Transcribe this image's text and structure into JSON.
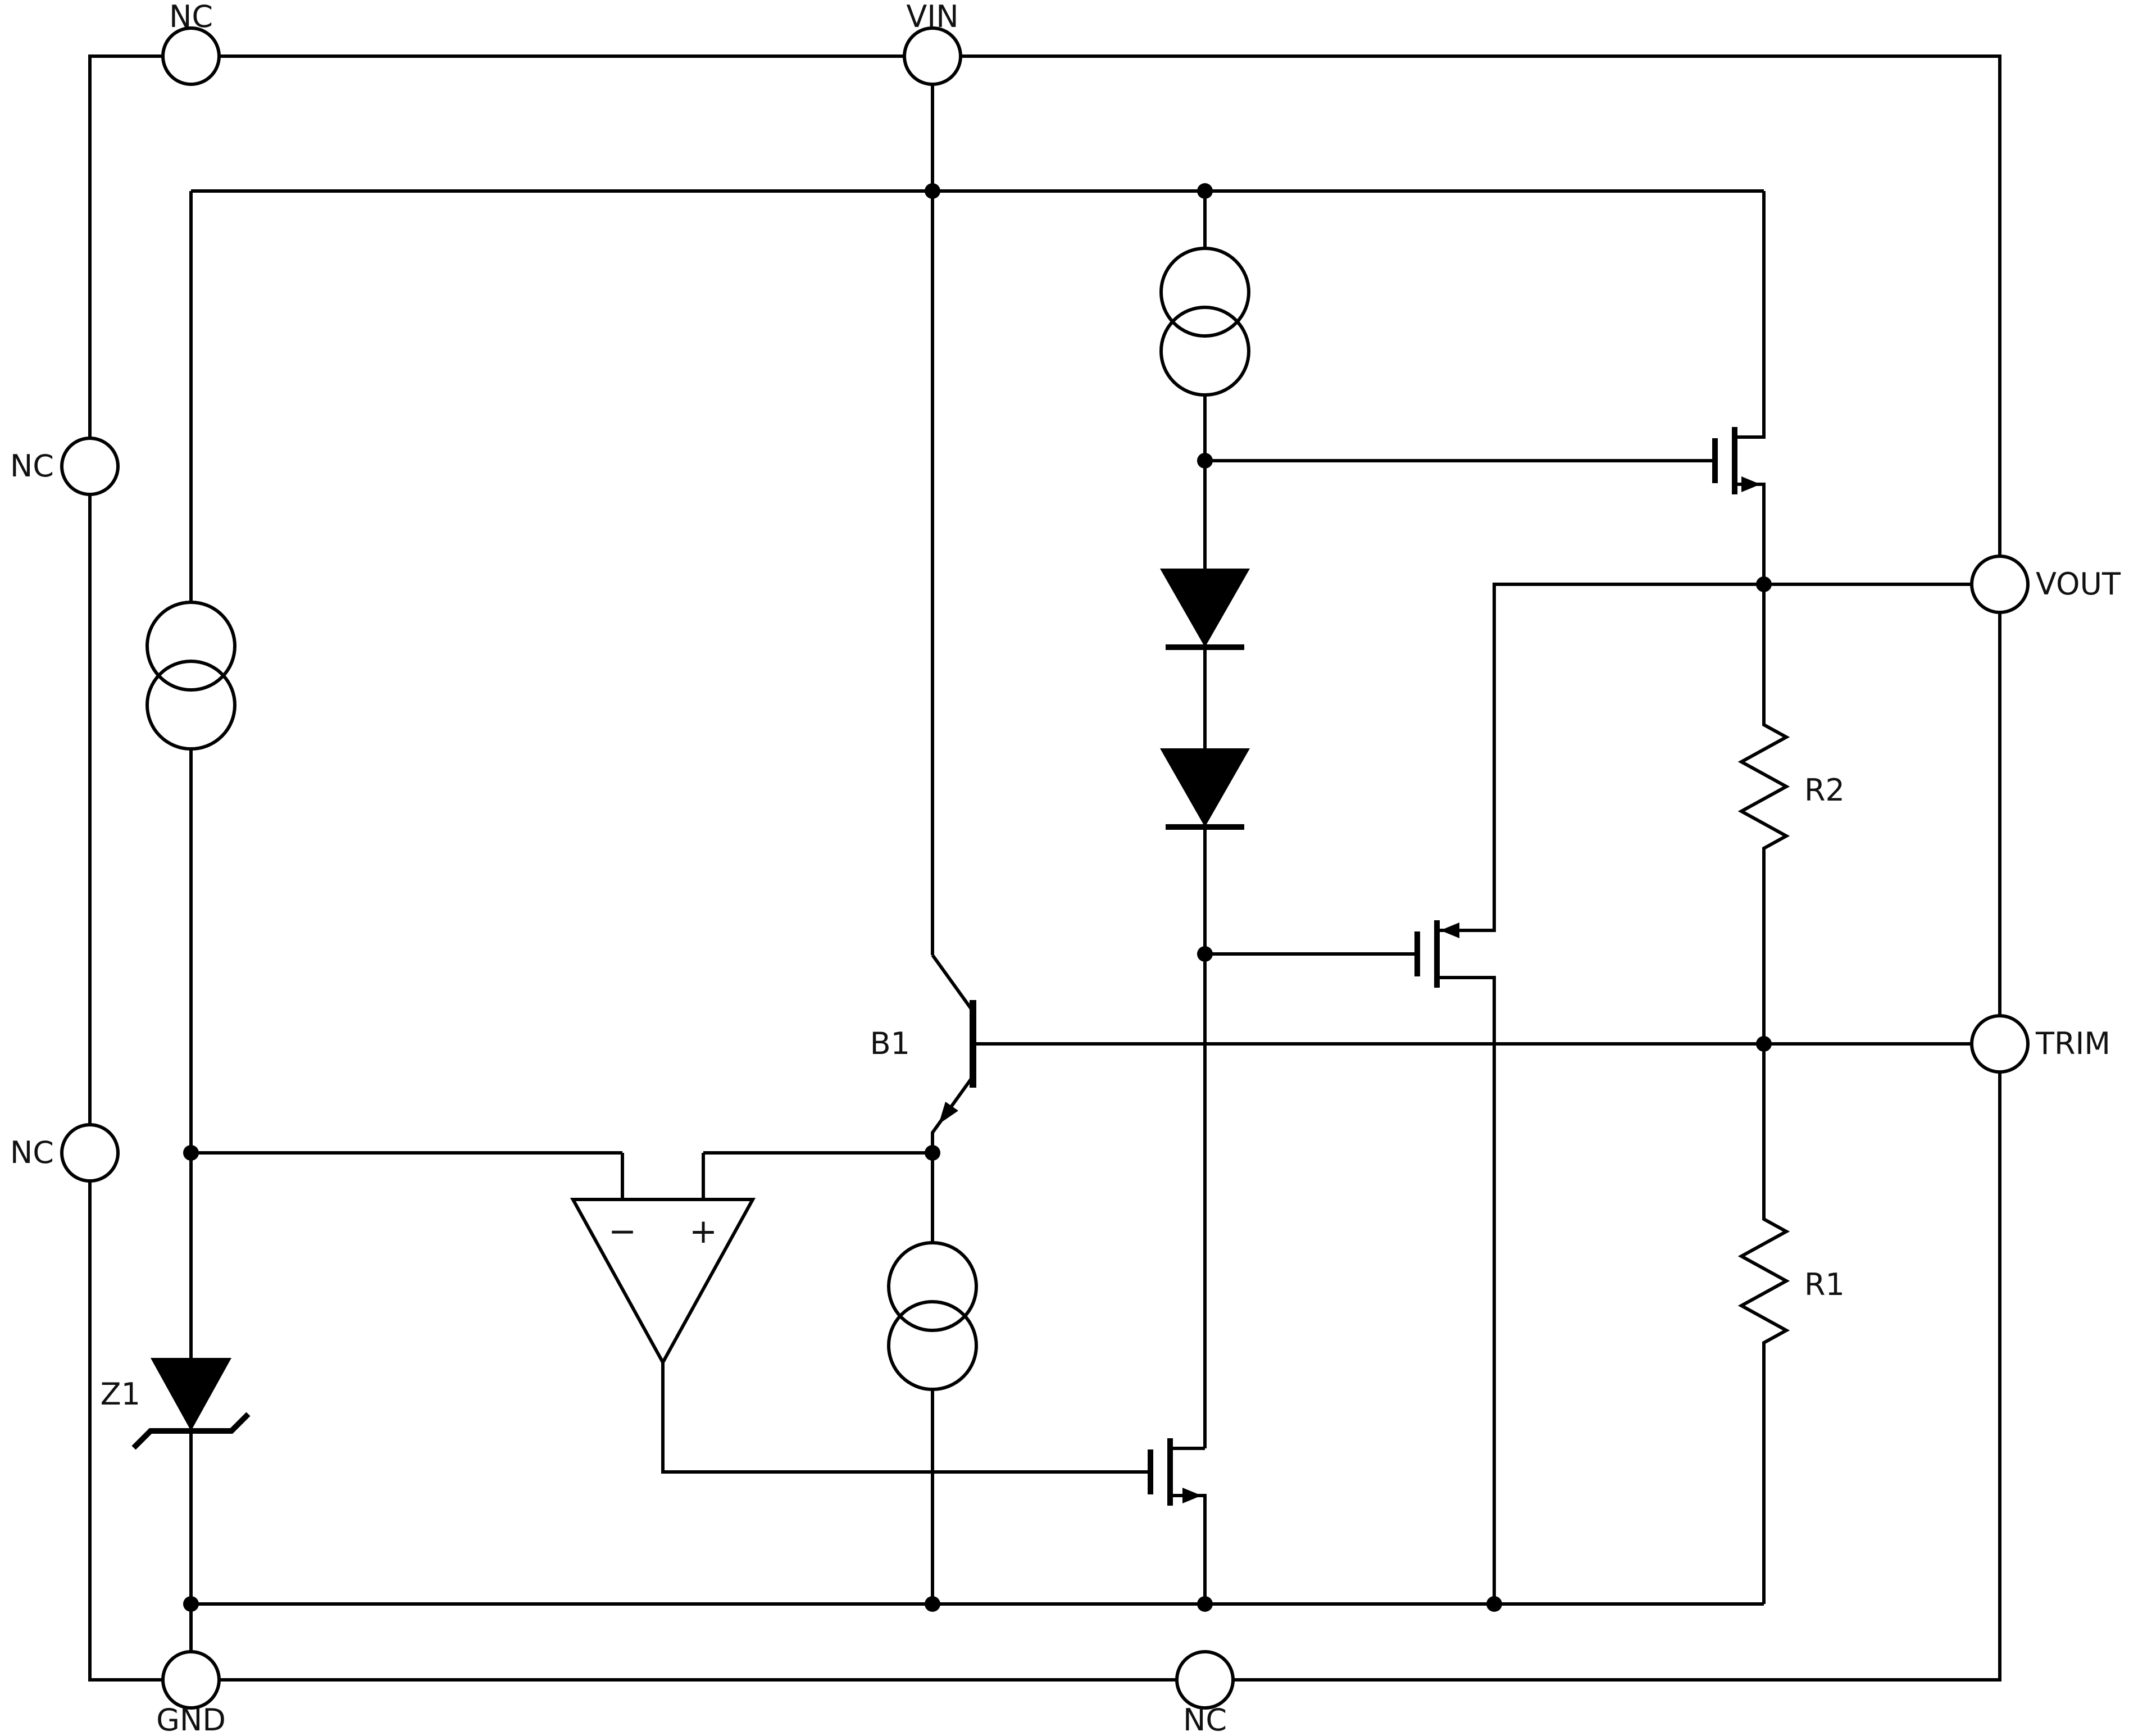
{
  "diagram": {
    "pins": {
      "nc_top": "NC",
      "vin": "VIN",
      "nc_left_upper": "NC",
      "nc_left_lower": "NC",
      "gnd": "GND",
      "nc_bottom": "NC",
      "vout": "VOUT",
      "trim": "TRIM"
    },
    "components": {
      "b1": "B1",
      "z1": "Z1",
      "r1": "R1",
      "r2": "R2"
    },
    "opamp": {
      "minus": "−",
      "plus": "+"
    },
    "colors": {
      "line": "#000000",
      "background": "#ffffff"
    }
  }
}
